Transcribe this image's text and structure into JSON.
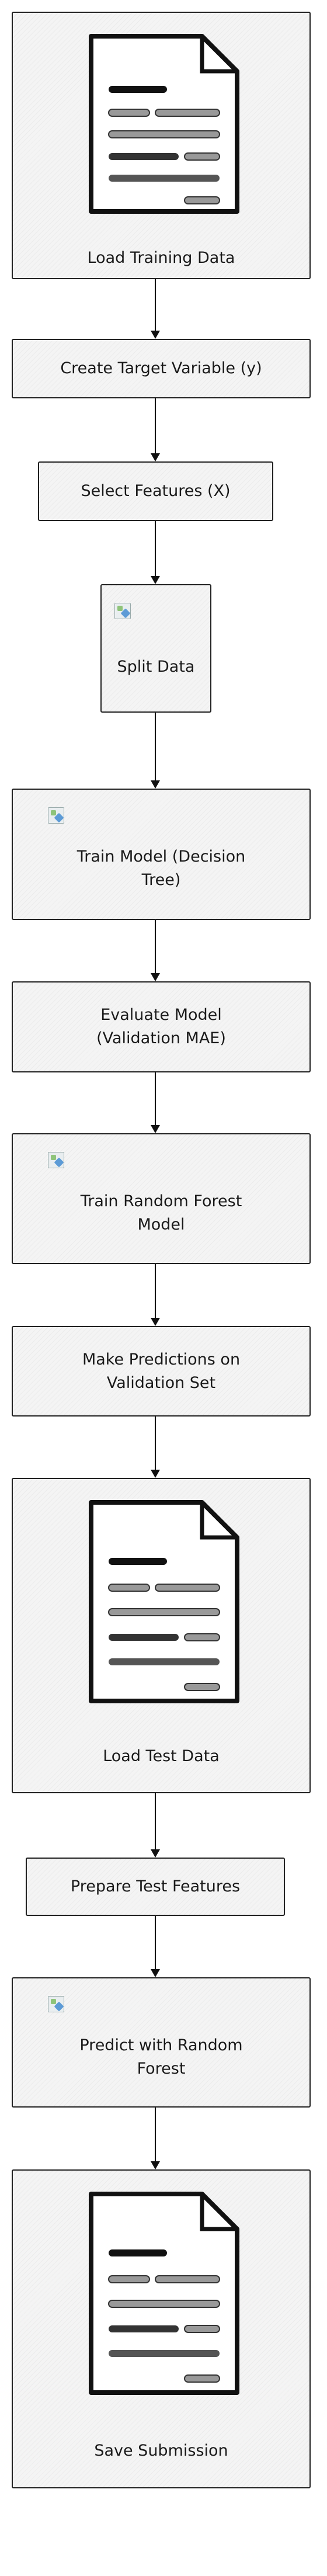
{
  "nodes": [
    {
      "id": "load-training-data",
      "label": "Load Training Data",
      "icon": "document-icon"
    },
    {
      "id": "create-target-variable",
      "label": "Create Target Variable (y)"
    },
    {
      "id": "select-features",
      "label": "Select Features (X)"
    },
    {
      "id": "split-data",
      "label": "Split Data",
      "icon": "broken-image-icon"
    },
    {
      "id": "train-decision-tree",
      "label": "Train Model (Decision\nTree)",
      "icon": "broken-image-icon"
    },
    {
      "id": "evaluate-model",
      "label": "Evaluate Model\n(Validation MAE)"
    },
    {
      "id": "train-random-forest",
      "label": "Train Random Forest\nModel",
      "icon": "broken-image-icon"
    },
    {
      "id": "make-predictions-validation",
      "label": "Make Predictions on\nValidation Set"
    },
    {
      "id": "load-test-data",
      "label": "Load Test Data",
      "icon": "document-icon"
    },
    {
      "id": "prepare-test-features",
      "label": "Prepare Test Features"
    },
    {
      "id": "predict-random-forest",
      "label": "Predict with Random\nForest",
      "icon": "broken-image-icon"
    },
    {
      "id": "save-submission",
      "label": "Save Submission",
      "icon": "document-icon"
    }
  ],
  "colors": {
    "stroke": "#222222",
    "fill": "#f4f4f4",
    "text": "#1a1a1a"
  }
}
